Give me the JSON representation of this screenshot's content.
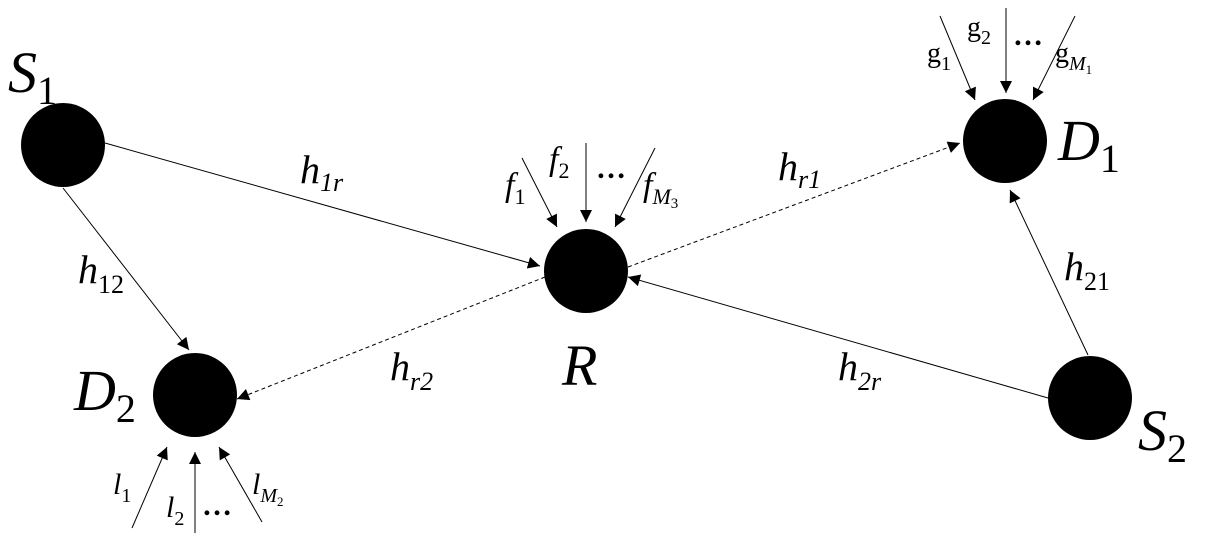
{
  "nodes": {
    "S1": {
      "name": "S",
      "sub": "1"
    },
    "R": {
      "name": "R"
    },
    "D1": {
      "name": "D",
      "sub": "1"
    },
    "D2": {
      "name": "D",
      "sub": "2"
    },
    "S2": {
      "name": "S",
      "sub": "2"
    }
  },
  "links": {
    "h1r": {
      "name": "h",
      "sub": "1r"
    },
    "h12": {
      "name": "h",
      "sub": "12"
    },
    "hr1": {
      "name": "h",
      "sub": "r1"
    },
    "hr2": {
      "name": "h",
      "sub": "r2"
    },
    "h21": {
      "name": "h",
      "sub": "21"
    },
    "h2r": {
      "name": "h",
      "sub": "2r"
    }
  },
  "interference": {
    "relay": {
      "first": "f",
      "first_sub": "1",
      "second": "f",
      "second_sub": "2",
      "last": "f",
      "last_sub": "M",
      "last_subsub": "3",
      "ellipsis": "…"
    },
    "d1": {
      "first": "g",
      "first_sub": "1",
      "second": "g",
      "second_sub": "2",
      "last": "g",
      "last_sub": "M",
      "last_subsub": "1",
      "ellipsis": "…"
    },
    "d2": {
      "first": "l",
      "first_sub": "1",
      "second": "l",
      "second_sub": "2",
      "last": "l",
      "last_sub": "M",
      "last_subsub": "2",
      "ellipsis": "…"
    }
  },
  "colors": {
    "node": "#000000",
    "line": "#000000",
    "background": "#ffffff"
  }
}
